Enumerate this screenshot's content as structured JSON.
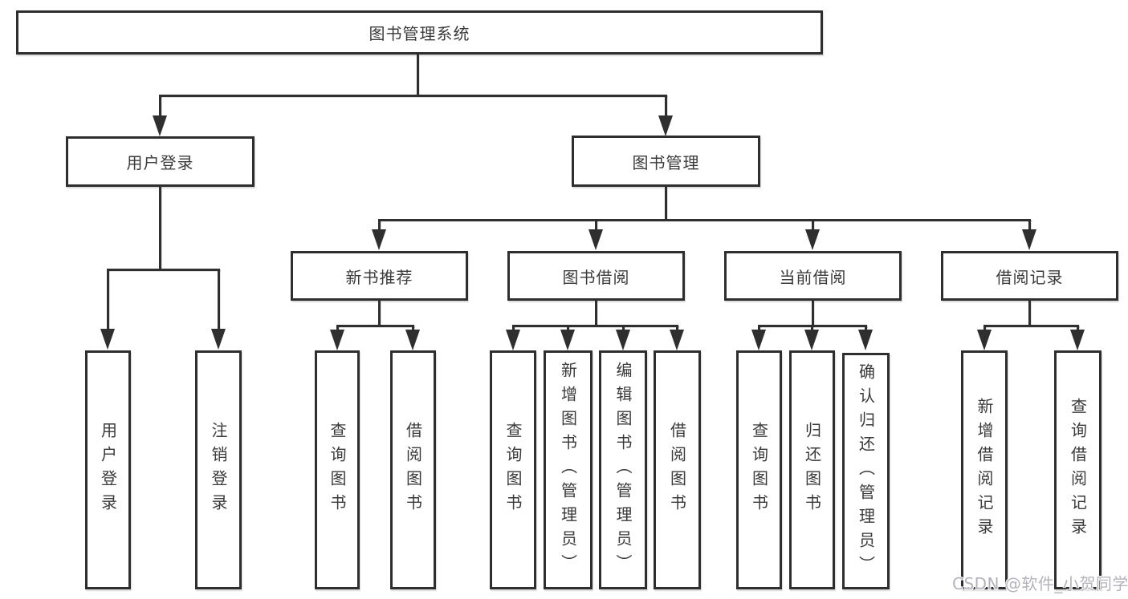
{
  "tree": {
    "root": "图书管理系统",
    "branches": [
      {
        "label": "用户登录",
        "children": [
          "用户登录",
          "注销登录"
        ]
      },
      {
        "label": "图书管理",
        "groups": [
          {
            "label": "新书推荐",
            "children": [
              "查询图书",
              "借阅图书"
            ]
          },
          {
            "label": "图书借阅",
            "children": [
              "查询图书",
              "新增图书（管理员）",
              "编辑图书（管理员）",
              "借阅图书"
            ]
          },
          {
            "label": "当前借阅",
            "children": [
              "查询图书",
              "归还图书",
              "确认归还（管理员）"
            ]
          },
          {
            "label": "借阅记录",
            "children": [
              "新增借阅记录",
              "查询借阅记录"
            ]
          }
        ]
      }
    ]
  },
  "watermark": "CSDN @软件_小贺同学",
  "colors": {
    "line": "#2f2f2f",
    "text": "#3a3a3a",
    "background": "#ffffff",
    "watermark": "#b3b3bc"
  }
}
